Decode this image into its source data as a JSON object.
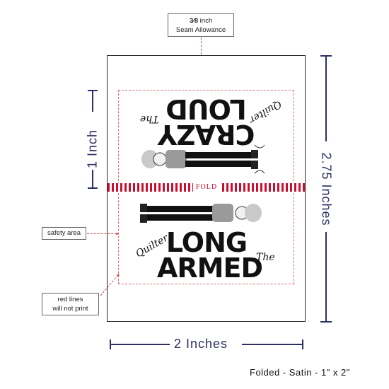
{
  "seam_allowance": {
    "fraction": "3⁄8",
    "line1": "inch",
    "line2": "Seam Allowance"
  },
  "dimensions": {
    "height_short": "1 Inch",
    "height_total": "2.75 Inches",
    "width": "2 Inches"
  },
  "callouts": {
    "safety_area": "safety area",
    "red_lines_1": "red lines",
    "red_lines_2": "will not print"
  },
  "fold_label": "FOLD",
  "top_panel": {
    "the": "The",
    "big_line1": "CRAZY",
    "big_line2": "LOUD",
    "script": "Quilter"
  },
  "bottom_panel": {
    "the": "The",
    "big_line1": "LONG",
    "big_line2": "ARMED",
    "script": "Quilter"
  },
  "footer": "Folded - Satin - 1\" x 2\"",
  "colors": {
    "navy": "#2b2f63",
    "red": "#c8102e",
    "dashed_red": "#d9434a"
  }
}
